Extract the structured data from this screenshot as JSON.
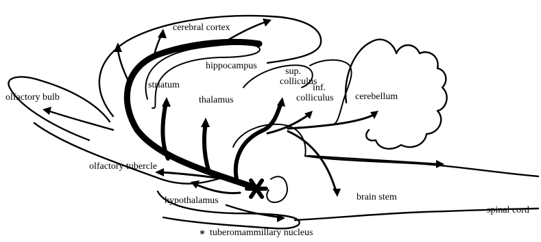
{
  "labels": {
    "cerebral_cortex": "cerebral cortex",
    "hippocampus": "hippocampus",
    "sup_colliculus_line1": "sup.",
    "sup_colliculus_line2": "colliculus",
    "inf_colliculus_line1": "inf.",
    "inf_colliculus_line2": "colliculus",
    "striatum": "striatum",
    "thalamus": "thalamus",
    "cerebellum": "cerebellum",
    "olfactory_bulb": "olfactory bulb",
    "olfactory_tubercle": "olfactory tubercle",
    "hypothalamus": "hypothalamus",
    "brain_stem": "brain stem",
    "spinal_cord": "spinal cord"
  },
  "legend": {
    "symbol": "∗",
    "text": "tuberomammillary nucleus"
  },
  "colors": {
    "ink": "#000000",
    "background": "#ffffff"
  }
}
